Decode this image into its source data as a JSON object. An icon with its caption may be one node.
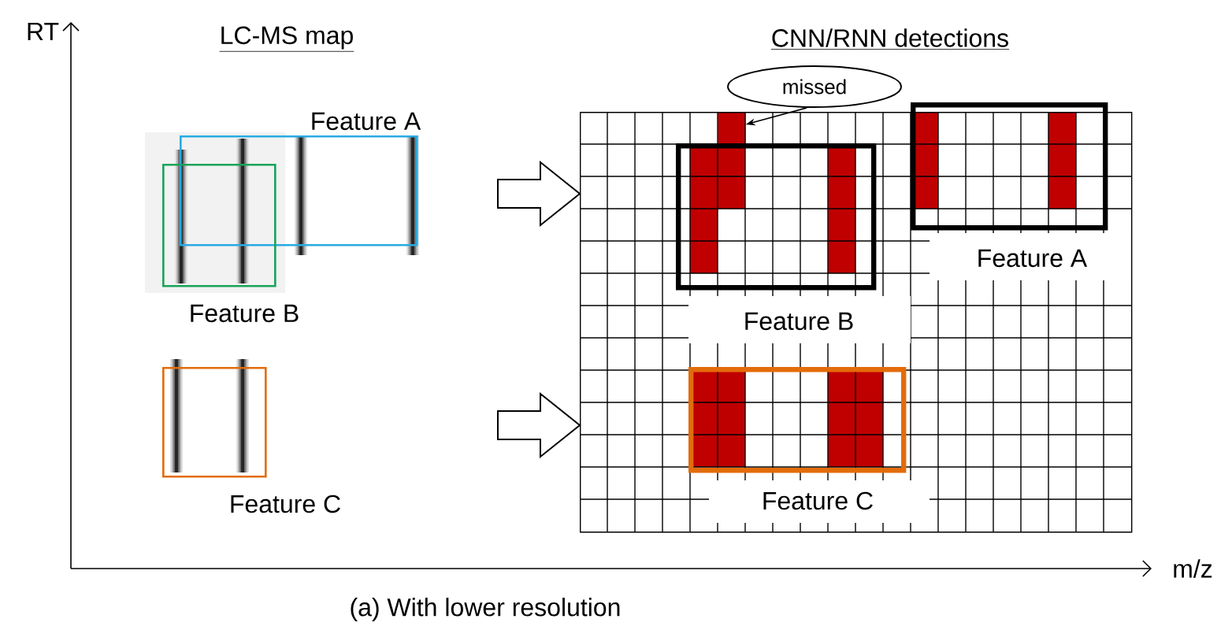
{
  "diagram": {
    "caption": "(a)  With lower resolution",
    "nodes": [
      {
        "text": [
          "Feature A"
        ]
      },
      {
        "text": [
          "Feature B"
        ]
      },
      {
        "text": [
          "Feature C"
        ]
      },
      {
        "text": [],
        "shape": "box"
      },
      {
        "text": [
          "missed"
        ]
      },
      {
        "text": [],
        "shape": "box",
        "in": 3
      },
      {
        "text": [
          "Feature B"
        ],
        "in": 3
      },
      {
        "text": [
          "Feature A"
        ],
        "in": 3
      },
      {
        "text": [
          "Feature C"
        ],
        "in": 3
      }
    ],
    "edges": [
      {
        "from": 4,
        "to": 5,
        "arrow": "to"
      },
      {
        "from": null,
        "to": 3,
        "arrow": "to"
      },
      {
        "from": null,
        "to": 3,
        "arrow": "to"
      }
    ],
    "labels": [
      "RT",
      "LC-MS map",
      "CNN/RNN detections",
      "m/z"
    ]
  }
}
